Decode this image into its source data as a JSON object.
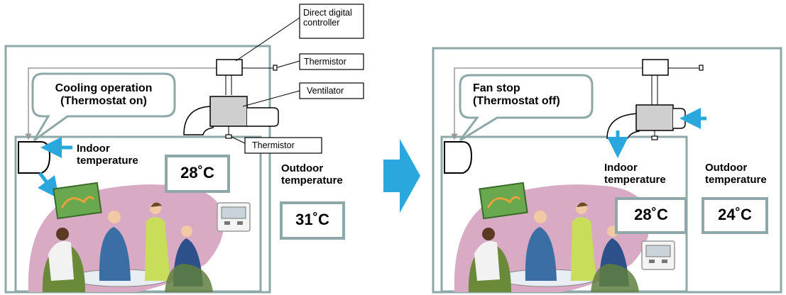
{
  "labels": {
    "controller": "Direct digital controller",
    "thermistor_top": "Thermistor",
    "ventilator": "Ventilator",
    "thermistor_bottom": "Thermistor"
  },
  "left": {
    "callout_line1": "Cooling operation",
    "callout_line2": "(Thermostat on)",
    "indoor_label_line1": "Indoor",
    "indoor_label_line2": "temperature",
    "indoor_temp": "28˚C",
    "outdoor_label_line1": "Outdoor",
    "outdoor_label_line2": "temperature",
    "outdoor_temp": "31˚C"
  },
  "right": {
    "callout_line1": "Fan stop",
    "callout_line2": "(Thermostat off)",
    "indoor_label_line1": "Indoor",
    "indoor_label_line2": "temperature",
    "indoor_temp": "28˚C",
    "outdoor_label_line1": "Outdoor",
    "outdoor_label_line2": "temperature",
    "outdoor_temp": "24˚C"
  },
  "colors": {
    "frame": "#8ea8a8",
    "airflow": "#2aa7dc",
    "room": "#d9aac4"
  }
}
